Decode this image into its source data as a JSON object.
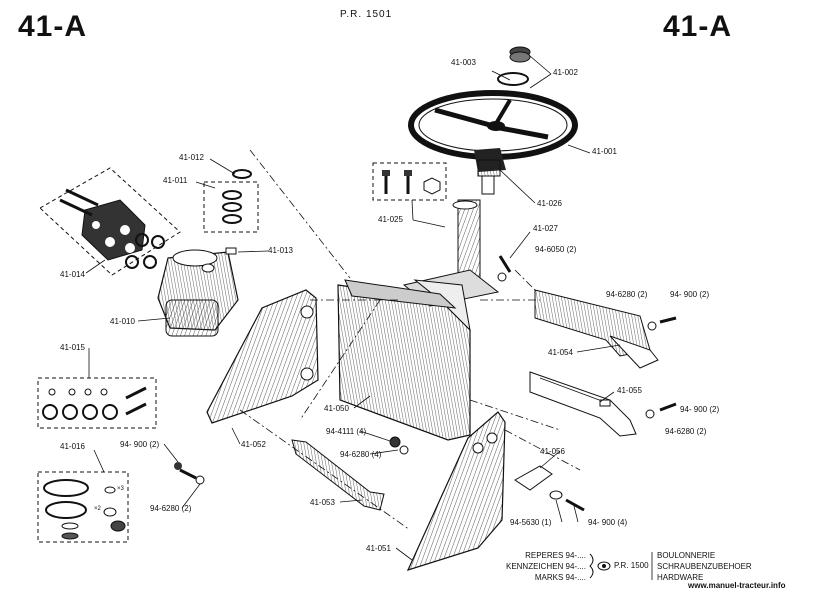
{
  "header": {
    "title_left": "41-A",
    "title_right": "41-A",
    "pr_ref": "P.R. 1501"
  },
  "callouts": [
    {
      "id": "c-41-003",
      "text": "41-003"
    },
    {
      "id": "c-41-002",
      "text": "41-002"
    },
    {
      "id": "c-41-001",
      "text": "41-001"
    },
    {
      "id": "c-41-026",
      "text": "41-026"
    },
    {
      "id": "c-41-012",
      "text": "41-012"
    },
    {
      "id": "c-41-011",
      "text": "41-011"
    },
    {
      "id": "c-41-025",
      "text": "41-025"
    },
    {
      "id": "c-41-027",
      "text": "41-027"
    },
    {
      "id": "c-94-6050",
      "text": "94-6050 (2)"
    },
    {
      "id": "c-41-013",
      "text": "41-013"
    },
    {
      "id": "c-41-014",
      "text": "41-014"
    },
    {
      "id": "c-94-6280-a",
      "text": "94-6280 (2)"
    },
    {
      "id": "c-94-900-a",
      "text": "94- 900 (2)"
    },
    {
      "id": "c-41-010",
      "text": "41-010"
    },
    {
      "id": "c-41-054",
      "text": "41-054"
    },
    {
      "id": "c-41-015",
      "text": "41-015"
    },
    {
      "id": "c-41-055",
      "text": "41-055"
    },
    {
      "id": "c-41-050",
      "text": "41-050"
    },
    {
      "id": "c-94-900-b",
      "text": "94- 900 (2)"
    },
    {
      "id": "c-94-6280-b",
      "text": "94-6280 (2)"
    },
    {
      "id": "c-94-4111",
      "text": "94-4111 (4)"
    },
    {
      "id": "c-41-016",
      "text": "41-016"
    },
    {
      "id": "c-94-900-c",
      "text": "94- 900 (2)"
    },
    {
      "id": "c-41-052",
      "text": "41-052"
    },
    {
      "id": "c-94-6280-c",
      "text": "94-6280 (4)"
    },
    {
      "id": "c-41-056",
      "text": "41-056"
    },
    {
      "id": "c-94-6280-d",
      "text": "94-6280 (2)"
    },
    {
      "id": "c-41-053",
      "text": "41-053"
    },
    {
      "id": "c-94-5630",
      "text": "94-5630 (1)"
    },
    {
      "id": "c-94-900-d",
      "text": "94- 900 (4)"
    },
    {
      "id": "c-41-051",
      "text": "41-051"
    },
    {
      "id": "c-x3",
      "text": "×3"
    },
    {
      "id": "c-x2",
      "text": "×2"
    }
  ],
  "legend": {
    "left_lines": [
      "REPERES 94-....",
      "KENNZEICHEN 94-....",
      "MARKS 94-...."
    ],
    "pr_ref": "P.R. 1500",
    "right_lines": [
      "BOULONNERIE",
      "SCHRAUBENZUBEHOER",
      "HARDWARE"
    ]
  },
  "footer": {
    "website": "www.manuel-tracteur.info"
  }
}
